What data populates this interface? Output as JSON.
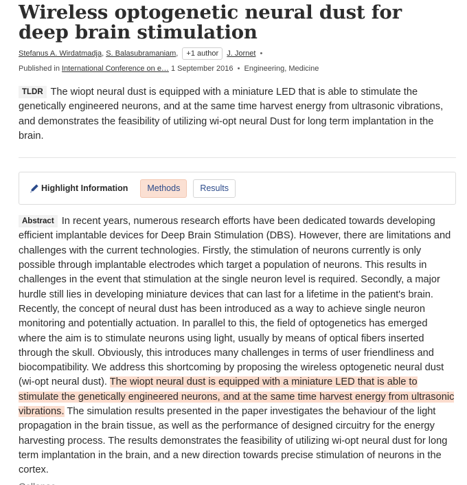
{
  "paper": {
    "title": "Wireless optogenetic neural dust for deep brain stimulation",
    "authors": [
      "Stefanus A. Wirdatmadja",
      "S. Balasubramaniam",
      "J. Jornet"
    ],
    "more_authors": "+1 author",
    "published_prefix": "Published in",
    "venue": "International Conference on e…",
    "date": "1 September 2016",
    "fields": "Engineering, Medicine"
  },
  "tldr": {
    "label": "TLDR",
    "text": "The wiopt neural dust is equipped with a miniature LED that is able to stimulate the genetically engineered neurons, and at the same time harvest energy from ultrasonic vibrations, and demonstrates the feasibility of utilizing wi-opt neural Dust for long term implantation in the brain."
  },
  "highlight": {
    "label": "Highlight Information",
    "icon": "pen-icon",
    "methods_label": "Methods",
    "results_label": "Results",
    "highlight_color": "#fbdccd"
  },
  "abstract": {
    "label": "Abstract",
    "text_before": "In recent years, numerous research efforts have been dedicated towards developing efficient implantable devices for Deep Brain Stimulation (DBS). However, there are limitations and challenges with the current technologies. Firstly, the stimulation of neurons currently is only possible through implantable electrodes which target a population of neurons. This results in challenges in the event that stimulation at the single neuron level is required. Secondly, a major hurdle still lies in developing miniature devices that can last for a lifetime in the patient's brain. Recently, the concept of neural dust has been introduced as a way to achieve single neuron monitoring and potentially actuation. In parallel to this, the field of optogenetics has emerged where the aim is to stimulate neurons using light, usually by means of optical fibers inserted through the skull. Obviously, this introduces many challenges in terms of user friendliness and biocompatibility. We address this shortcoming by proposing the wireless optogenetic neural dust (wi-opt neural dust).",
    "text_highlight": "The wiopt neural dust is equipped with a miniature LED that is able to stimulate the genetically engineered neurons, and at the same time harvest energy from ultrasonic vibrations.",
    "text_after": "The simulation results presented in the paper investigates the behaviour of the light propagation in the brain tissue, as well as the performance of designed circuitry for the energy harvesting process. The results demonstrates the feasibility of utilizing wi-opt neural dust for long term implantation in the brain, and a new direction towards precise stimulation of neurons in the cortex.",
    "cutoff_text": "Collapse"
  }
}
